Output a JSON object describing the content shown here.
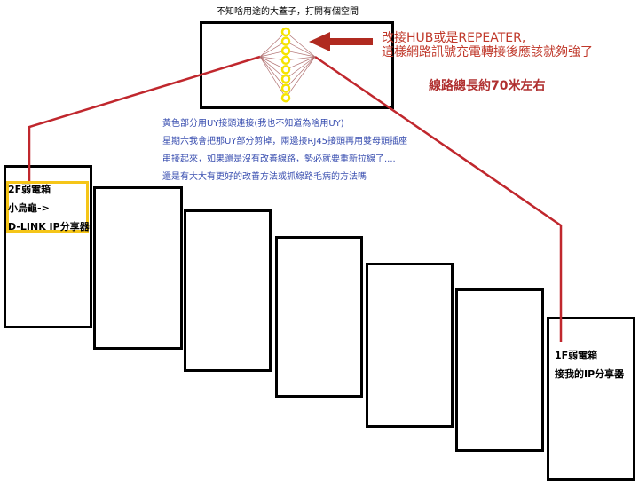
{
  "lid_title": "不知啥用途的大蓋子，打開有個空間",
  "annotation": {
    "line1": "改接HUB或是REPEATER,",
    "line2": "這樣網路訊號充電轉接後應該就夠強了"
  },
  "length_note": "線路總長約70米左右",
  "notes": [
    "黃色部分用UY接頭連接(我也不知道為啥用UY)",
    "星期六我會把那UY部分剪掉，兩邊接RJ45接頭再用雙母頭插座",
    "串接起來，如果還是沒有改善線路，勢必就要重新拉線了....",
    "還是有大大有更好的改善方法或抓線路毛病的方法嗎"
  ],
  "box_2f": {
    "line1": "2F弱電箱",
    "line2": "小烏龜->",
    "line3": "D-LINK IP分享器"
  },
  "box_1f": {
    "line1": "1F弱電箱",
    "line2": "接我的IP分享器"
  },
  "colors": {
    "cable": "#c0272d",
    "arrow": "#b02a20",
    "highlight": "#f5c518",
    "node": "#f5e400",
    "notes": "#3a4fb0"
  }
}
